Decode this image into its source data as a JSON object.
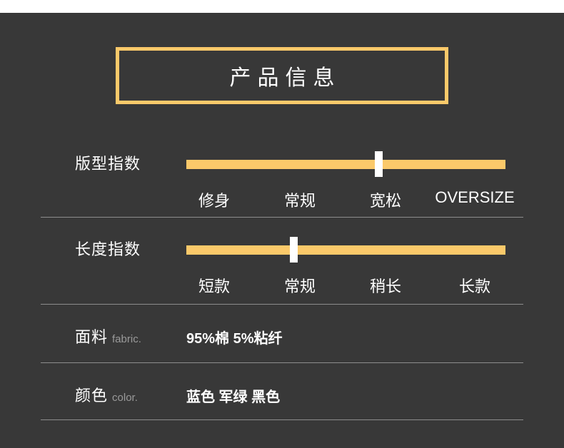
{
  "header": {
    "title": "产品信息"
  },
  "theme": {
    "background": "#383838",
    "accent": "#fbc96a",
    "text": "#ffffff",
    "muted": "#9a9a9a",
    "divider": "#8d8d8d"
  },
  "rows": [
    {
      "type": "slider",
      "label": "版型指数",
      "sublabel": "",
      "ticks": [
        "修身",
        "常规",
        "宽松",
        "OVERSIZE"
      ],
      "selected_index": 2,
      "thumb_percent": 60
    },
    {
      "type": "slider",
      "label": "长度指数",
      "sublabel": "",
      "ticks": [
        "短款",
        "常规",
        "稍长",
        "长款"
      ],
      "selected_index": 1,
      "thumb_percent": 33
    },
    {
      "type": "value",
      "label": "面料",
      "sublabel": "fabric.",
      "value": "95%棉 5%粘纤"
    },
    {
      "type": "value",
      "label": "颜色",
      "sublabel": "color.",
      "value": "蓝色 军绿 黑色"
    }
  ]
}
